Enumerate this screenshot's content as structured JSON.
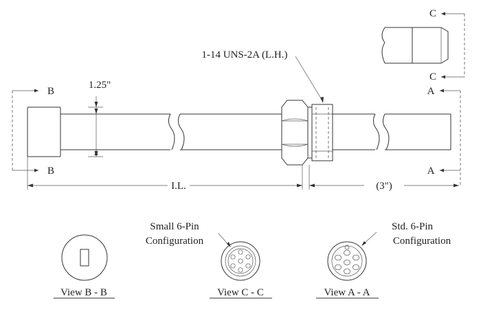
{
  "callouts": {
    "thread": "1-14 UNS-2A (L.H.)",
    "diameter": "1.25\"",
    "insertion_length": "I.L.",
    "tip_length": "(3\")",
    "small_pin_line1": "Small 6-Pin",
    "small_pin_line2": "Configuration",
    "std_pin_line1": "Std. 6-Pin",
    "std_pin_line2": "Configuration"
  },
  "section_marks": {
    "b_top": "B",
    "b_bottom": "B",
    "a_top": "A",
    "a_bottom": "A",
    "c_top": "C",
    "c_bottom": "C"
  },
  "views": {
    "bb": "View B - B",
    "cc": "View C - C",
    "aa": "View A - A"
  }
}
